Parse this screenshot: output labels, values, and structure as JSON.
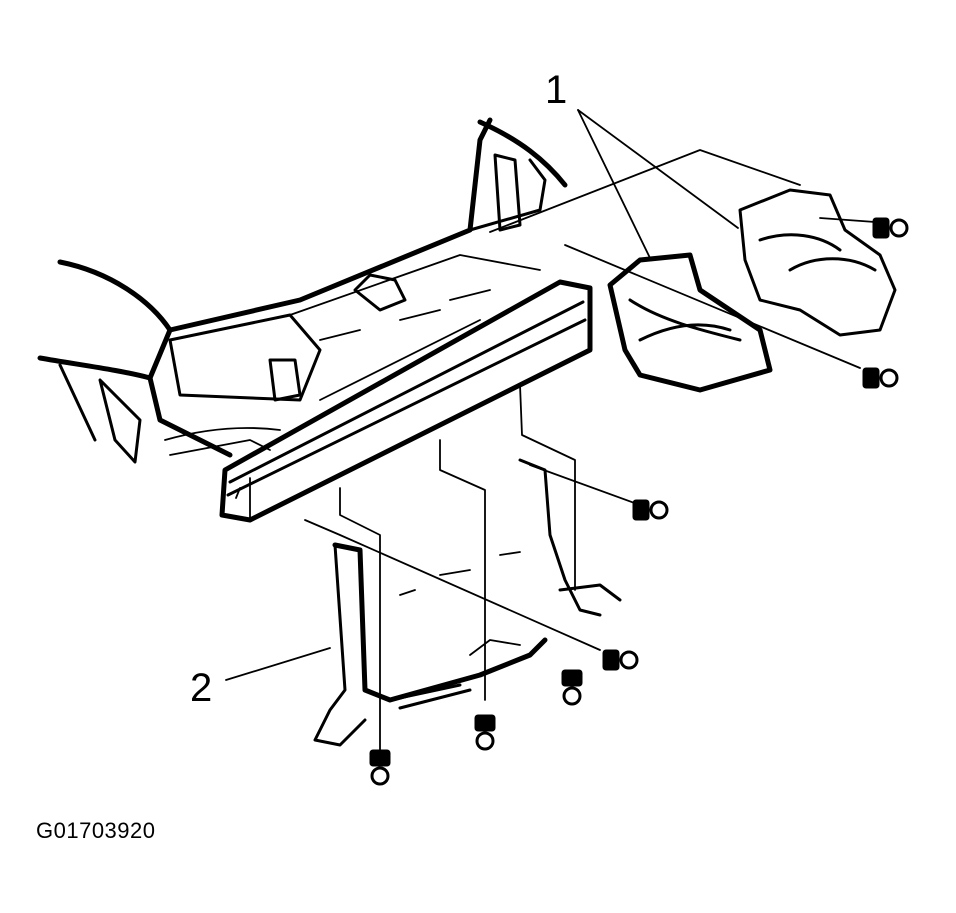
{
  "diagram": {
    "callouts": [
      {
        "id": "1",
        "label": "1"
      },
      {
        "id": "2",
        "label": "2"
      }
    ],
    "figure_id": "G01703920"
  }
}
